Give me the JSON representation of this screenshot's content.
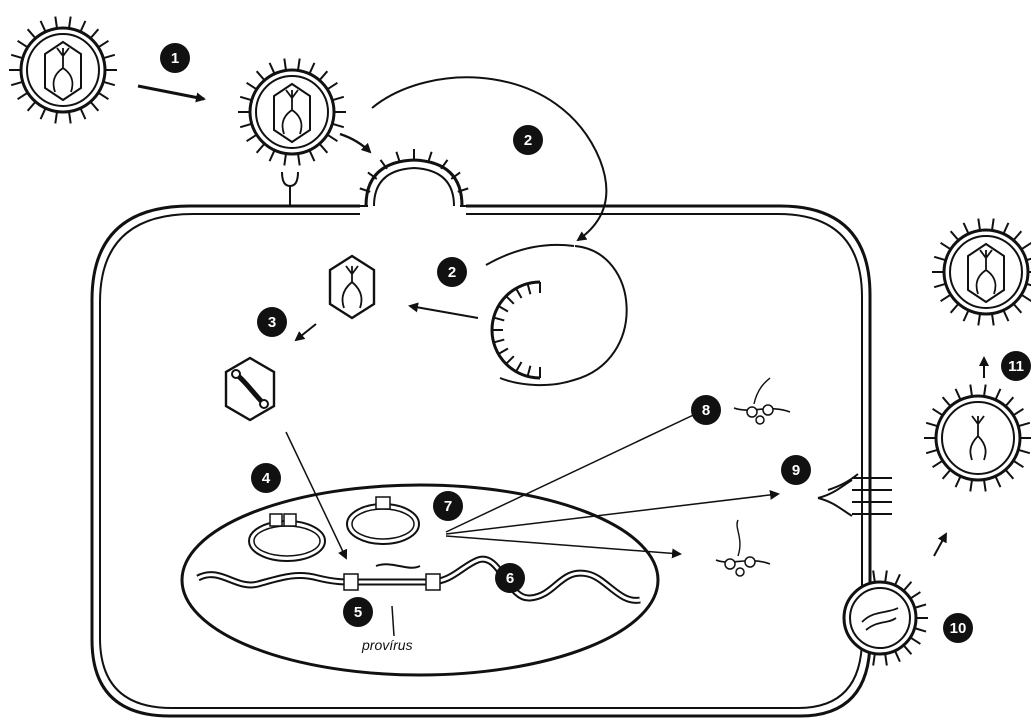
{
  "steps": [
    {
      "id": "1",
      "label": "1"
    },
    {
      "id": "2a",
      "label": "2"
    },
    {
      "id": "2b",
      "label": "2"
    },
    {
      "id": "3",
      "label": "3"
    },
    {
      "id": "4",
      "label": "4"
    },
    {
      "id": "5",
      "label": "5"
    },
    {
      "id": "6",
      "label": "6"
    },
    {
      "id": "7",
      "label": "7"
    },
    {
      "id": "8",
      "label": "8"
    },
    {
      "id": "9",
      "label": "9"
    },
    {
      "id": "10",
      "label": "10"
    },
    {
      "id": "11",
      "label": "11"
    }
  ],
  "labels": {
    "provirus": "provírus"
  },
  "colors": {
    "ink": "#111111",
    "badge": "#111111",
    "background": "#ffffff"
  }
}
